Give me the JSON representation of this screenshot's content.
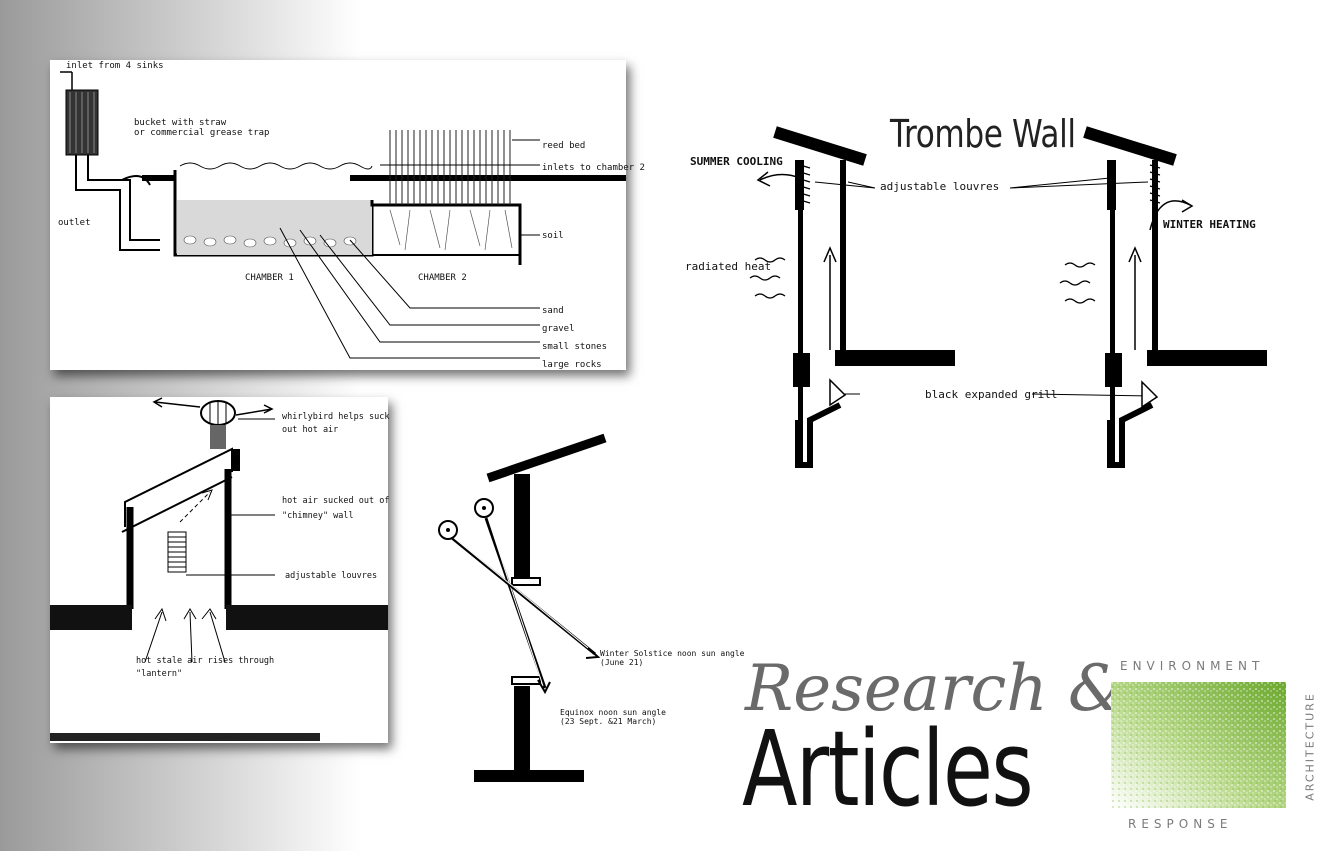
{
  "wetland": {
    "inlet": "inlet from 4 sinks",
    "bucket_line1": "bucket with straw",
    "bucket_line2": "or commercial grease trap",
    "outlet": "outlet",
    "reed_bed": "reed bed",
    "inlets_ch2": "inlets to chamber 2",
    "soil": "soil",
    "chamber1": "CHAMBER 1",
    "chamber2": "CHAMBER 2",
    "sand": "sand",
    "gravel": "gravel",
    "small_stones": "small stones",
    "large_rocks": "large rocks"
  },
  "chimney": {
    "whirly1": "whirlybird helps suck",
    "whirly2": "out hot air",
    "hot1": "hot air sucked out of",
    "hot2": "\"chimney\" wall",
    "louvres": "adjustable louvres",
    "stale1": "hot stale air rises through",
    "stale2": "\"lantern\""
  },
  "sun": {
    "winter1": "Winter Solstice  noon sun angle",
    "winter2": "(June 21)",
    "equinox1": "Equinox noon sun angle",
    "equinox2": "(23 Sept. &21 March)"
  },
  "trombe": {
    "title": "Trombe Wall",
    "summer": "SUMMER COOLING",
    "louvres": "adjustable louvres",
    "winter": "WINTER HEATING",
    "radiated": "radiated heat",
    "grill": "black expanded grill"
  },
  "banner": {
    "research": "Research &",
    "articles": "Articles"
  },
  "logo": {
    "top": "ENVIRONMENT",
    "bottom": "RESPONSE",
    "side": "ARCHITECTURE",
    "color": "#7db23a"
  }
}
